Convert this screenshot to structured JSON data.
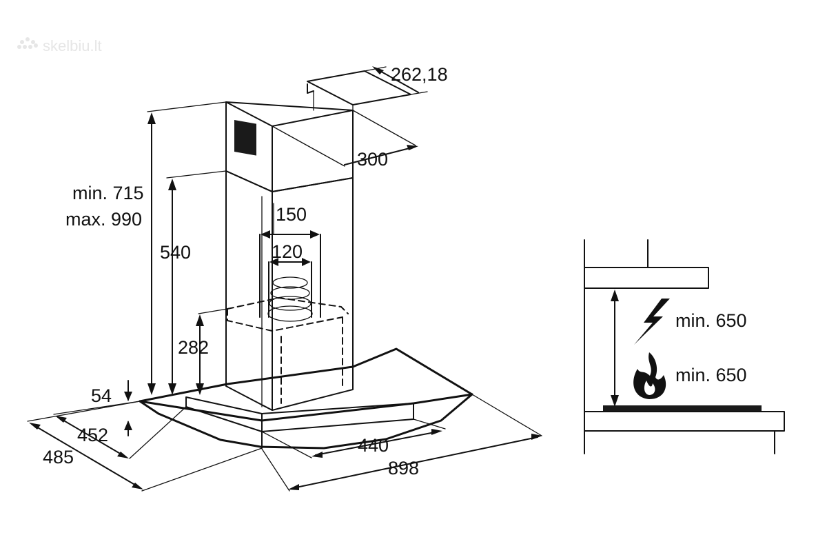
{
  "watermark": "skelbiu.lt",
  "dimensions": {
    "chimney_width": "262,18",
    "chimney_depth": "300",
    "chimney_min": "min. 715",
    "chimney_max": "max. 990",
    "lower_height": "540",
    "duct_outer": "150",
    "duct_inner": "120",
    "motor_height": "282",
    "glass_thickness": "54",
    "depth_inner": "452",
    "depth_outer": "485",
    "width_inner": "440",
    "width_outer": "898"
  },
  "installation": {
    "electric_label": "min. 650",
    "gas_label": "min. 650"
  }
}
